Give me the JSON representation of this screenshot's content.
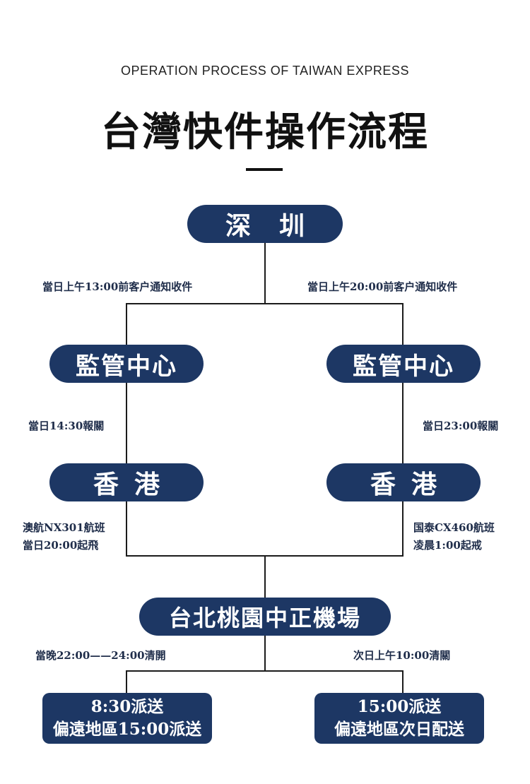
{
  "header": {
    "subtitle": "OPERATION PROCESS OF TAIWAN EXPRESS",
    "title": "台灣快件操作流程"
  },
  "nodes": {
    "shenzhen": "深圳",
    "supervision_left": "監管中心",
    "supervision_right": "監管中心",
    "hk_left": "香港",
    "hk_right": "香港",
    "airport": "台北桃園中正機場",
    "delivery_left": {
      "line1": "8:30派送",
      "line2": "偏遠地區15:00派送"
    },
    "delivery_right": {
      "line1": "15:00派送",
      "line2": "偏遠地區次日配送"
    }
  },
  "labels": {
    "left_pickup": "當日上午13:00前客户通知收件",
    "right_pickup": "當日上午20:00前客户通知收件",
    "left_customs": "當日14:30報關",
    "right_customs": "當日23:00報關",
    "left_flight": {
      "line1": "澳航NX301航班",
      "line2": "當日20:00起飛"
    },
    "right_flight": {
      "line1": "国泰CX460航班",
      "line2": "凌晨1:00起戒"
    },
    "left_clearance": "當晚22:00——24:00清開",
    "right_clearance": "次日上午10:00清關"
  }
}
